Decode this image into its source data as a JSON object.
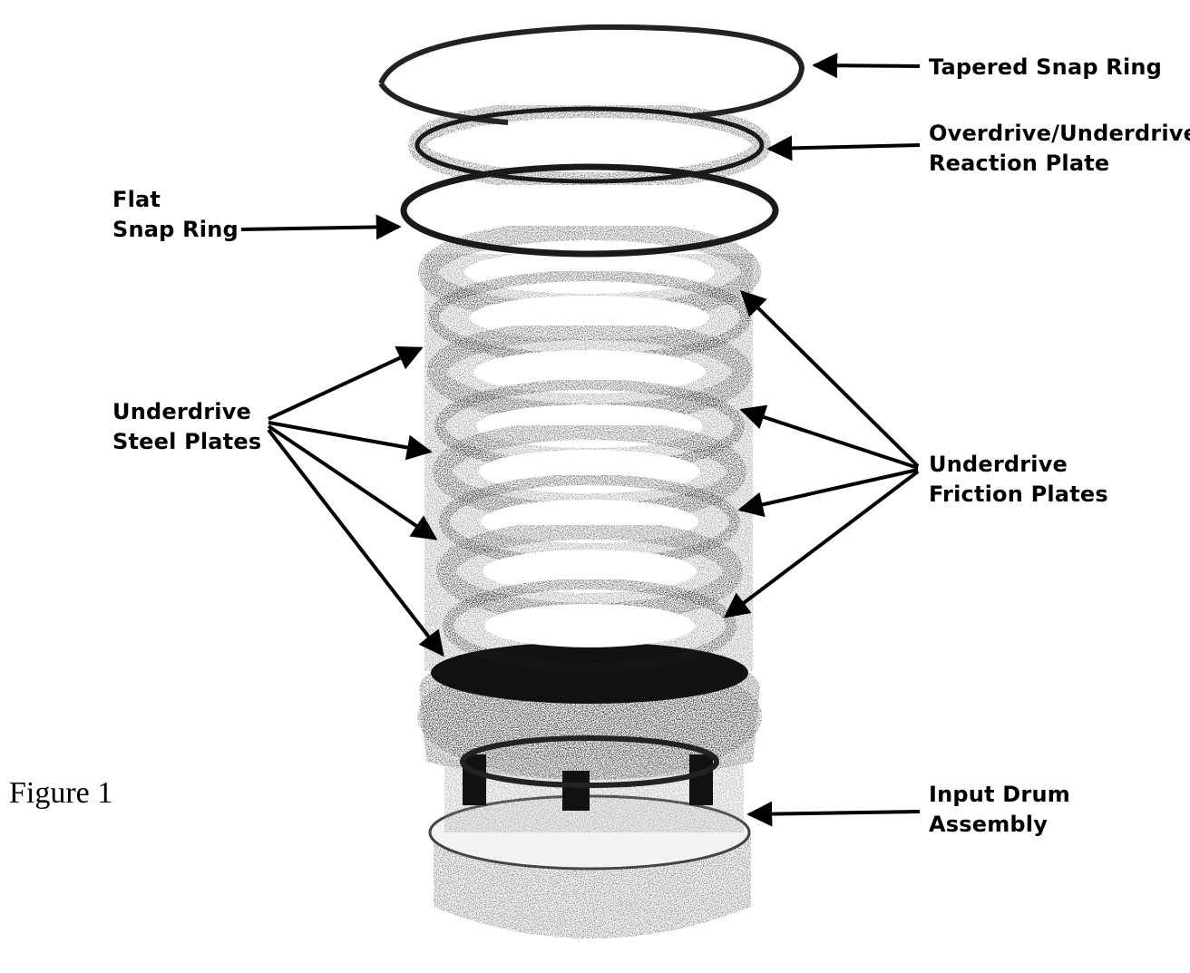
{
  "figure": {
    "caption": "Figure 1",
    "labels": {
      "tapered_snap_ring": [
        "Tapered Snap Ring"
      ],
      "reaction_plate": [
        "Overdrive/Underdrive",
        "Reaction Plate"
      ],
      "flat_snap_ring": [
        "Flat",
        "Snap Ring"
      ],
      "steel_plates": [
        "Underdrive",
        "Steel Plates"
      ],
      "friction_plates": [
        "Underdrive",
        "Friction Plates"
      ],
      "input_drum": [
        "Input Drum",
        "Assembly"
      ]
    },
    "colors": {
      "ink": "#000000",
      "background": "#ffffff",
      "grain": "#8a8a8a"
    }
  }
}
